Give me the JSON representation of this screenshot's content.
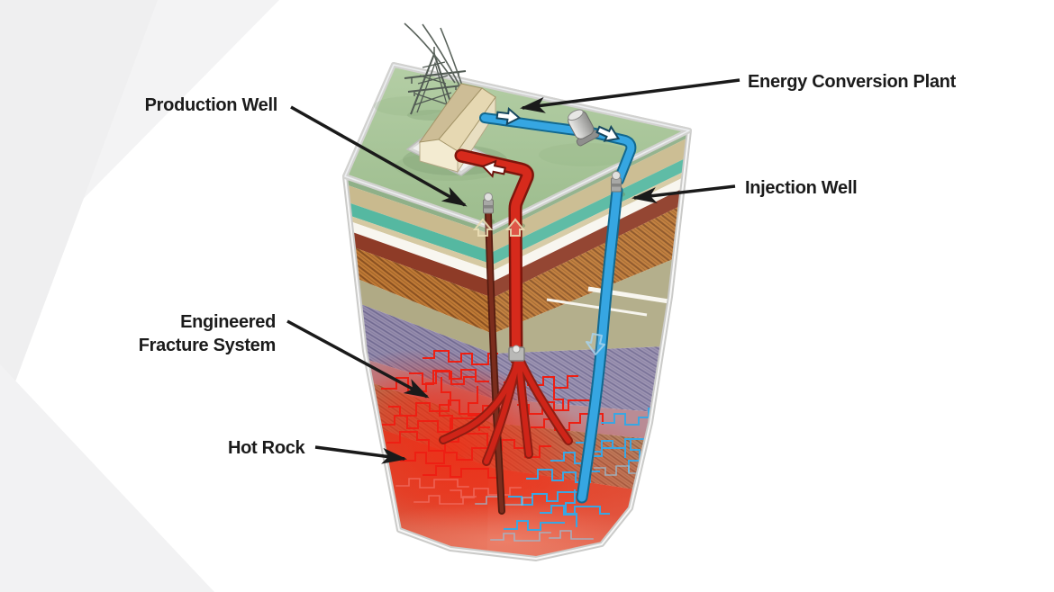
{
  "diagram": {
    "labels": {
      "production_well": "Production Well",
      "energy_conversion_plant": "Energy Conversion Plant",
      "injection_well": "Injection Well",
      "engineered_fracture_system": "Engineered Fracture System",
      "hot_rock": "Hot Rock"
    },
    "colors": {
      "label_text": "#1b1b1b",
      "callout_arrow": "#1a1a1a",
      "hot_water_pipe_red": "#d62a1c",
      "cool_water_pipe_blue": "#36a6e2",
      "production_wellbore_maroon": "#7c2d1d",
      "grass_surface": "#a9c79b",
      "teal_stratum": "#55b8a1",
      "white_stratum": "#f8f6ef",
      "maroon_stratum": "#8e3b27",
      "sandstone_stratum": "#c07a36",
      "slate_stratum": "#978eae",
      "hot_rock_glow": "#ee3018",
      "red_fracture": "#ee1f13",
      "blue_fracture": "#3aa6e2",
      "block_outline": "#cbcbc9"
    }
  }
}
